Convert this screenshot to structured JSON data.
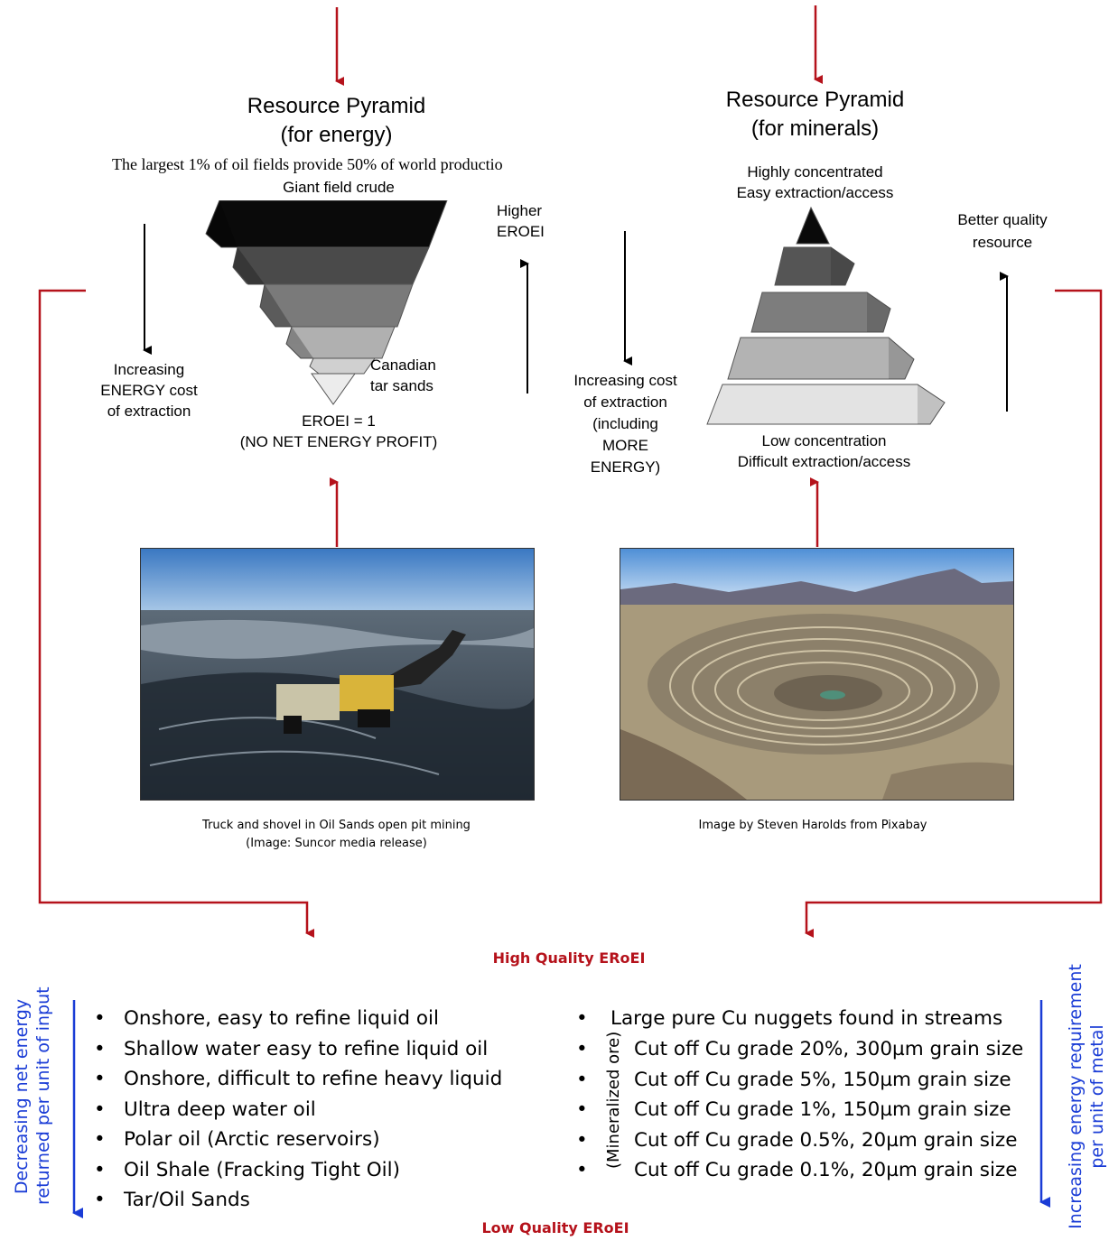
{
  "left": {
    "title_line1": "Resource Pyramid",
    "title_line2": "(for energy)",
    "note": "The largest 1% of oil fields provide 50% of world productio",
    "top_label": "Giant field crude",
    "tar_label_1": "Canadian",
    "tar_label_2": "tar sands",
    "eroei_1": "EROEI = 1",
    "eroei_2": "(NO NET ENERGY PROFIT)",
    "cost_1": "Increasing",
    "cost_2": "ENERGY cost",
    "cost_3": "of extraction",
    "higher_1": "Higher",
    "higher_2": "EROEI",
    "caption_1": "Truck and shovel in Oil Sands open pit mining",
    "caption_2": "(Image: Suncor media release)"
  },
  "right": {
    "title_line1": "Resource Pyramid",
    "title_line2": "(for minerals)",
    "top_1": "Highly concentrated",
    "top_2": "Easy extraction/access",
    "bottom_1": "Low concentration",
    "bottom_2": "Difficult extraction/access",
    "cost_1": "Increasing cost",
    "cost_2": "of extraction",
    "cost_3": "(including",
    "cost_4": "MORE",
    "cost_5": "ENERGY)",
    "better_1": "Better quality",
    "better_2": "resource",
    "caption": "Image by Steven Harolds from Pixabay"
  },
  "labels": {
    "high_quality": "High Quality ERoEI",
    "low_quality": "Low Quality ERoEI",
    "mineralized": "(Mineralized ore)",
    "left_vertical_1": "Decreasing net energy",
    "left_vertical_2": "returned per unit of input",
    "right_vertical_1": "Increasing energy requirement",
    "right_vertical_2": "per unit of metal"
  },
  "bullet_char": "•",
  "oil_list": [
    "Onshore, easy to refine liquid oil",
    "Shallow water easy to refine liquid oil",
    "Onshore, difficult to refine heavy liquid",
    "Ultra deep water oil",
    "Polar oil (Arctic reservoirs)",
    "Oil Shale (Fracking Tight Oil)",
    "Tar/Oil Sands"
  ],
  "cu_list": [
    "Large pure Cu nuggets found in streams",
    "Cut off Cu grade 20%, 300µm grain size",
    "Cut off Cu grade 5%, 150µm grain size",
    "Cut off Cu grade 1%, 150µm grain size",
    "Cut off Cu grade 0.5%, 20µm grain size",
    "Cut off Cu grade 0.1%, 20µm grain size"
  ],
  "colors": {
    "connector_red": "#b5121b",
    "vertical_blue": "#1a3cd6"
  }
}
